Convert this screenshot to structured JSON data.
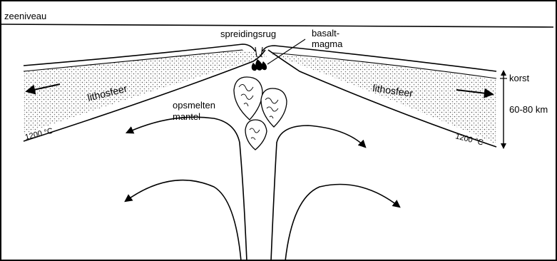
{
  "diagram": {
    "labels": {
      "sea_level": "zeeniveau",
      "ridge": "spreidingsrug",
      "basalt_magma_line1": "basalt-",
      "basalt_magma_line2": "magma",
      "lithosphere_left": "lithosfeer",
      "lithosphere_right": "lithosfeer",
      "melting_line1": "opsmelten",
      "melting_line2": "mantel",
      "crust": "korst",
      "thickness": "60-80 km",
      "temp_left": "1200 °C",
      "temp_right": "1200 °C"
    },
    "colors": {
      "ink": "#000000",
      "background": "#ffffff",
      "lithosphere_fill": "#d8d8d8"
    }
  }
}
